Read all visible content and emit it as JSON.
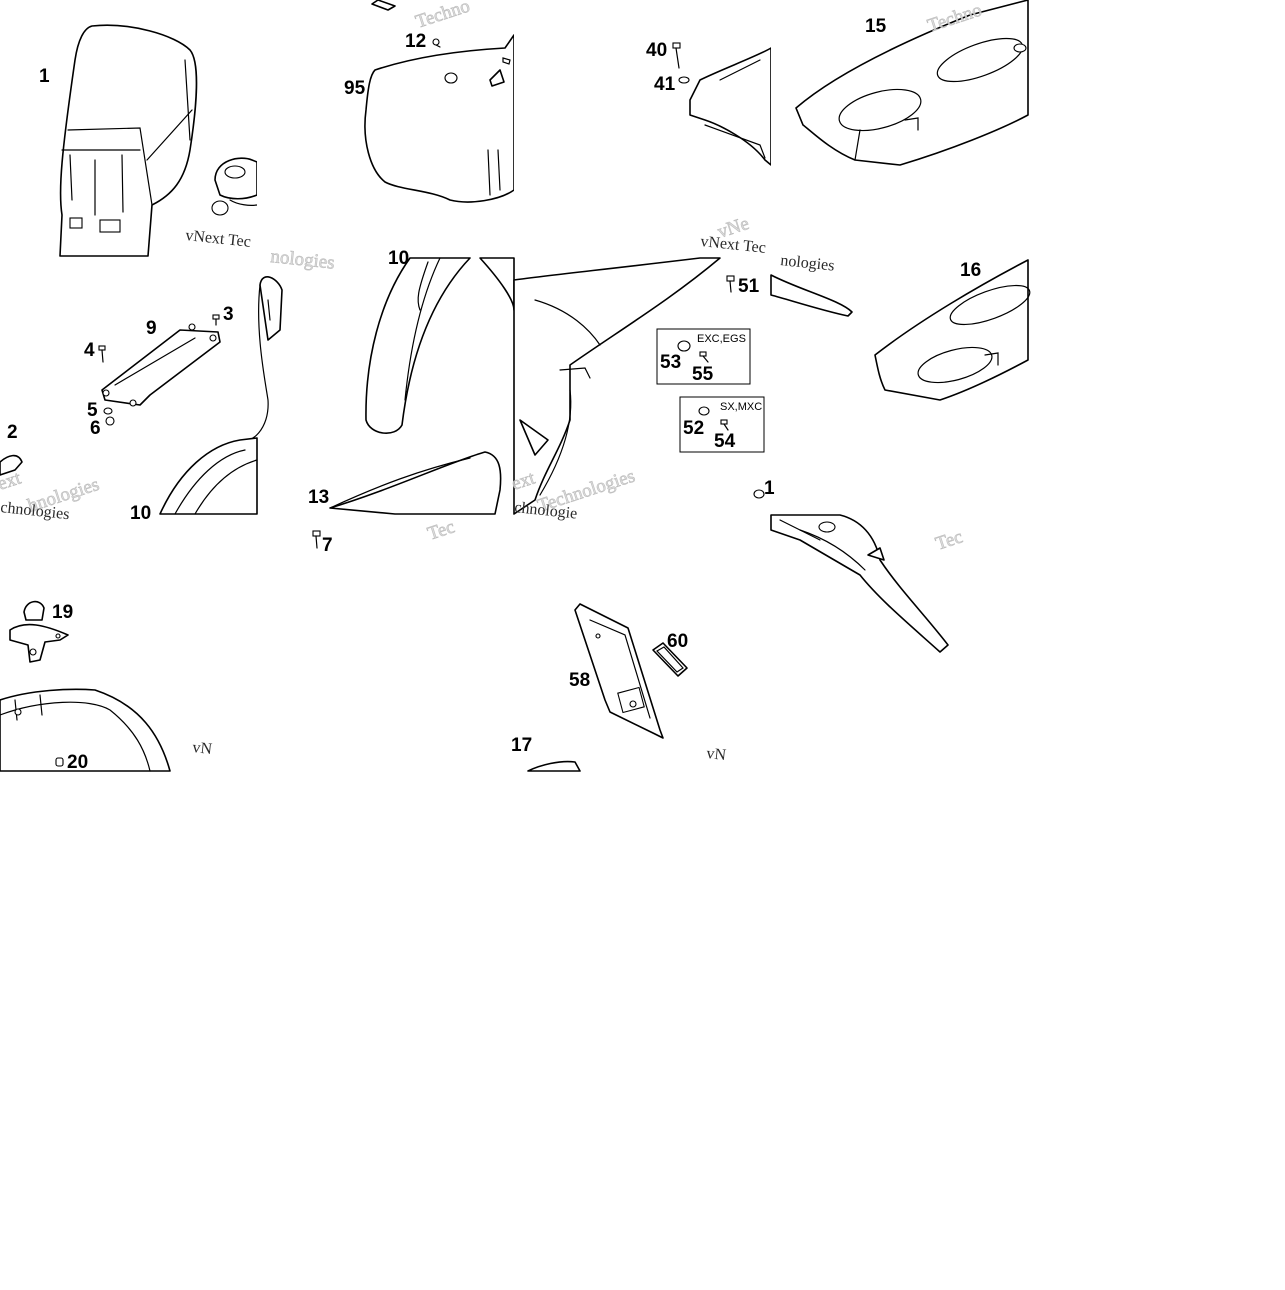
{
  "labels": {
    "n1": "1",
    "n95": "95",
    "n12": "12",
    "n40": "40",
    "n41": "41",
    "n15": "15",
    "n9": "9",
    "n3": "3",
    "n4": "4",
    "n5": "5",
    "n6": "6",
    "n2": "2",
    "n10a": "10",
    "n10b": "10",
    "n13": "13",
    "n7": "7",
    "n51": "51",
    "n53": "53",
    "n55": "55",
    "n52": "52",
    "n54": "54",
    "n16": "16",
    "n1b": "1",
    "n19": "19",
    "n20": "20",
    "n58": "58",
    "n60": "60",
    "n17": "17"
  },
  "variants": {
    "exc_egs": "EXC,EGS",
    "sx_mxc": "SX,MXC"
  },
  "watermarks": {
    "w1": "Techno",
    "w2": "Techno",
    "w3": "vNext Tec",
    "w4": "vNext Tec",
    "w5": "vNe",
    "w6": "nologies",
    "w7": "nologies",
    "w8": "ext",
    "w9": "hnologies",
    "w10": "chnologies",
    "w11": "Tec",
    "w12": "ext",
    "w13": "Technologies",
    "w14": "chnologie",
    "w15": "Tec",
    "w16": "vN",
    "w17": "vN"
  }
}
